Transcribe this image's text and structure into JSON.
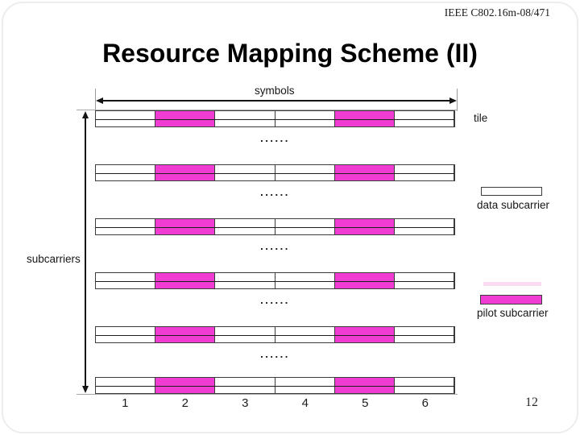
{
  "header": {
    "doc_id": "IEEE C802.16m-08/471"
  },
  "title": "Resource Mapping Scheme (II)",
  "footer": {
    "page_number": "12"
  },
  "diagram": {
    "symbols_label": "symbols",
    "subcarriers_label": "subcarriers",
    "tile_label": "tile",
    "ellipsis": "......",
    "column_numbers": [
      "1",
      "2",
      "3",
      "4",
      "5",
      "6"
    ],
    "num_rows": 6,
    "num_columns": 6,
    "pilot_columns": [
      2,
      5
    ],
    "row_tops": [
      137,
      204,
      271,
      338,
      405,
      468
    ],
    "colors": {
      "pilot_fill": "#F03CD2",
      "grid": "#3c3c3c"
    }
  },
  "legend": {
    "data_subcarrier_label": "data subcarrier",
    "pilot_subcarrier_label": "pilot subcarrier"
  }
}
